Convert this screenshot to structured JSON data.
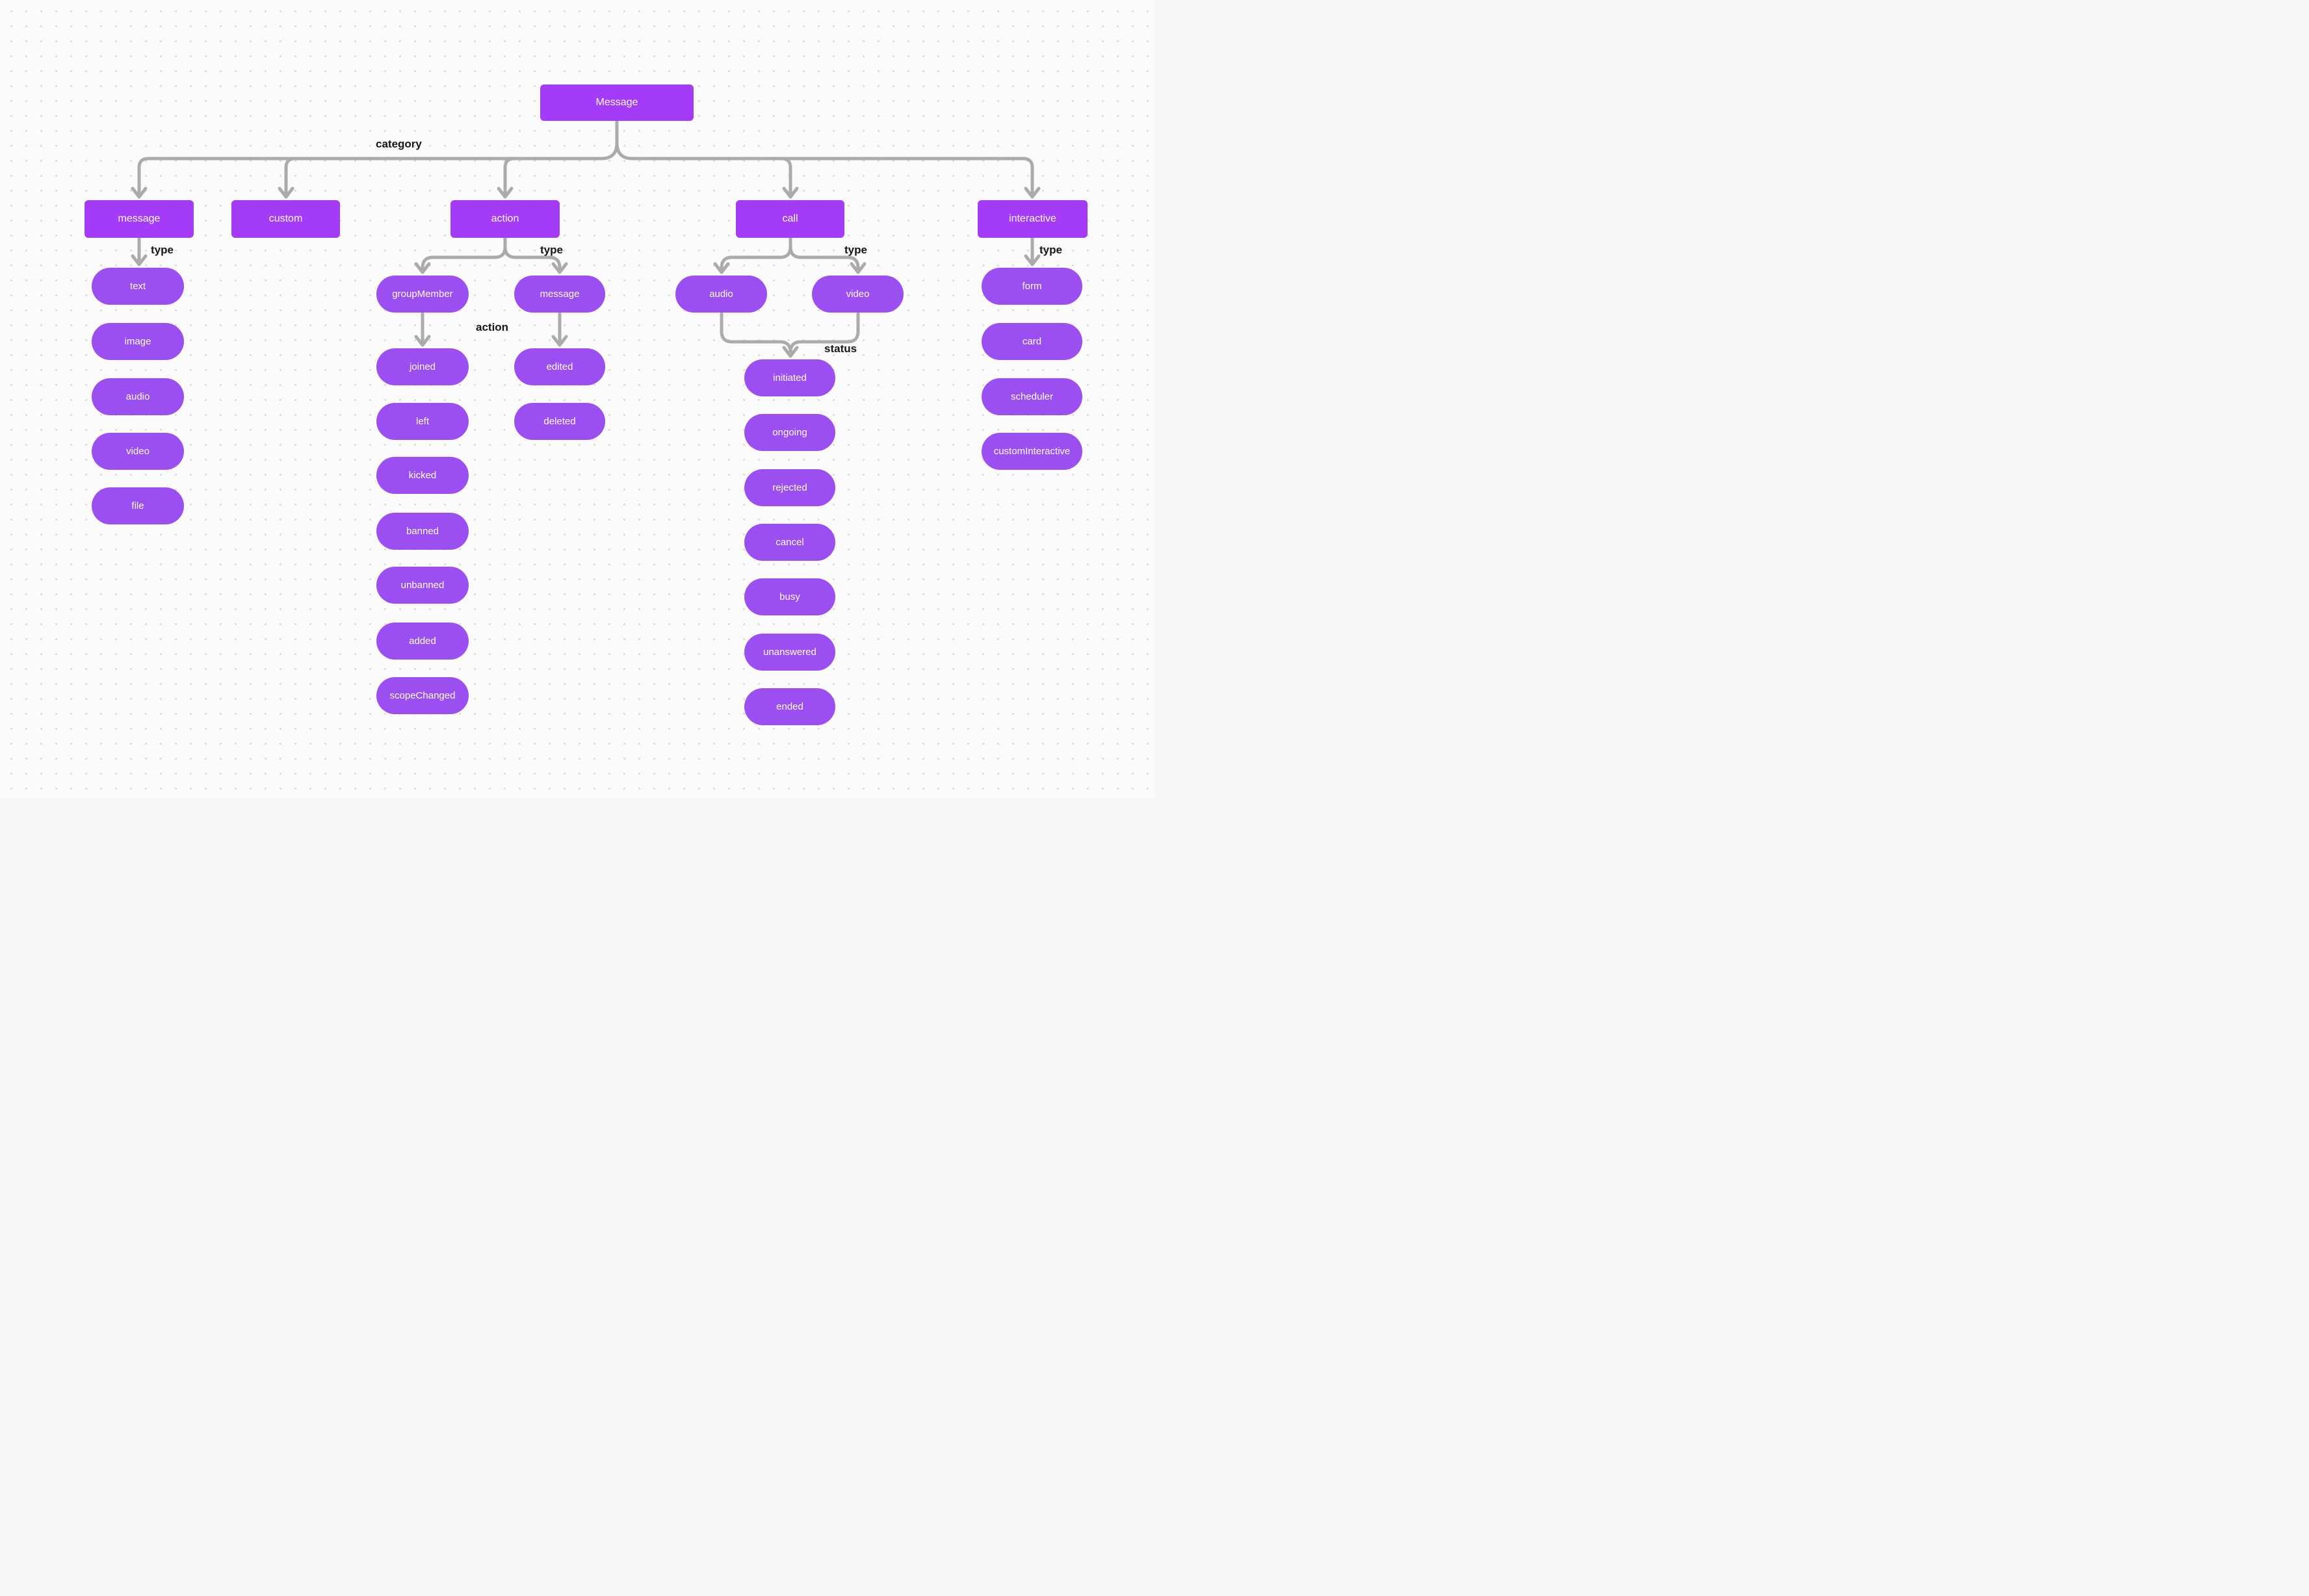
{
  "diagram_title": "Message",
  "root": {
    "label": "Message"
  },
  "edge_labels": {
    "category": "category",
    "type_message": "type",
    "type_action": "type",
    "type_call": "type",
    "type_interactive": "type",
    "action": "action",
    "status": "status"
  },
  "categories": [
    {
      "label": "message",
      "children": [
        "text",
        "image",
        "audio",
        "video",
        "file"
      ]
    },
    {
      "label": "custom",
      "children": []
    },
    {
      "label": "action",
      "children": [
        {
          "label": "groupMember",
          "children": [
            "joined",
            "left",
            "kicked",
            "banned",
            "unbanned",
            "added",
            "scopeChanged"
          ]
        },
        {
          "label": "message",
          "children": [
            "edited",
            "deleted"
          ]
        }
      ]
    },
    {
      "label": "call",
      "children": [
        {
          "label": "audio"
        },
        {
          "label": "video"
        }
      ],
      "statuses": [
        "initiated",
        "ongoing",
        "rejected",
        "cancel",
        "busy",
        "unanswered",
        "ended"
      ]
    },
    {
      "label": "interactive",
      "children": [
        "form",
        "card",
        "scheduler",
        "customInteractive"
      ]
    }
  ],
  "colors": {
    "node_rect": "#a43bf7",
    "node_pill": "#9b4ff0",
    "connector": "#ababab",
    "edge_label_text": "#161616",
    "background": "#fbfbfb",
    "grid_dot": "#dcdcdc"
  }
}
